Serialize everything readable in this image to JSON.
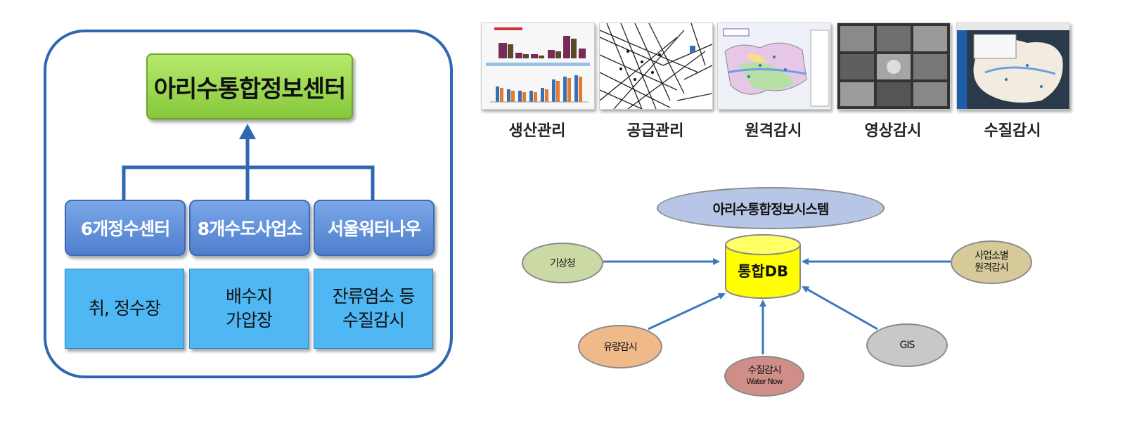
{
  "left_panel": {
    "center_title": "아리수통합정보센터",
    "units": [
      {
        "label": "6개정수센터",
        "detail": "취, 정수장"
      },
      {
        "label": "8개수도사업소",
        "detail": "배수지\n가압장"
      },
      {
        "label": "서울워터나우",
        "detail": "잔류염소 등\n수질감시"
      }
    ]
  },
  "screens": [
    {
      "label": "생산관리"
    },
    {
      "label": "공급관리"
    },
    {
      "label": "원격감시"
    },
    {
      "label": "영상감시"
    },
    {
      "label": "수질감시"
    }
  ],
  "system": {
    "title": "아리수통합정보시스템",
    "db": "통합DB",
    "sources": {
      "weather": "기상청",
      "remote": "사업소별\n원격감시",
      "flow": "유량감시",
      "quality_main": "수질감시",
      "quality_sub": "Water Now",
      "gis": "GIS"
    }
  },
  "colors": {
    "frame": "#2f67b1",
    "center_green": "#86c83a",
    "unit_blue": "#4f7fce",
    "detail_cyan": "#4fb8f4",
    "db_yellow": "#ffff00",
    "arrow": "#3c78c0"
  }
}
